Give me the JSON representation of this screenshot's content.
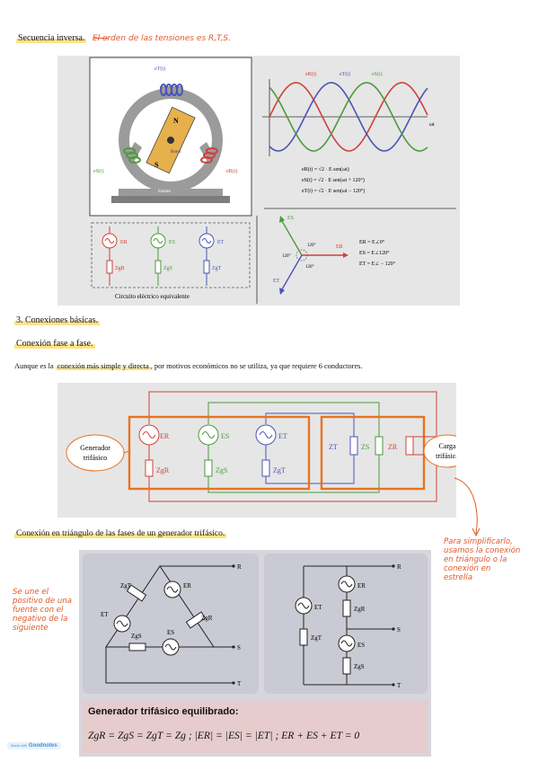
{
  "headings": {
    "secuencia": "Secuencia inversa.",
    "secuencia_note": "El orden de las tensiones es R,T,S.",
    "conexiones": "3. Conexiones básicas.",
    "fase_a_fase": "Conexión fase a fase.",
    "triangulo": "Conexión en triángulo de las fases de un generador trifásico."
  },
  "paragraph": {
    "pre": "Aunque es la ",
    "highlight": "conexión más simple y directa",
    "post": ", por motivos económicos no se utiliza, ya que requiere 6 conductores."
  },
  "notes": {
    "right": [
      "Para simplificarlo,",
      "usamos la conexión",
      "en triángulo o la",
      "conexión en",
      "estrella"
    ],
    "left": [
      "Se une el",
      "positivo de una",
      "fuente con el",
      "negativo de la",
      "siguiente"
    ]
  },
  "fig1": {
    "motor": {
      "eT": "eT(t)",
      "eS": "eS(t)",
      "eR": "eR(t)",
      "N": "N",
      "S": "S",
      "rotor": "Rotor",
      "estator": "Estator"
    },
    "waves": {
      "legend": [
        "eR(t)",
        "eT(t)",
        "eS(t)"
      ],
      "axis": "ωt",
      "colors": [
        "#d0413a",
        "#4a54b8",
        "#4c9a3d"
      ]
    },
    "equations": [
      "eR(t) = √2 · E sen(ωt)",
      "eS(t) = √2 · E sen(ωt + 120°)",
      "eT(t) = √2 · E sen(ωt − 120°)"
    ],
    "circuit": {
      "sources": [
        "ER",
        "ES",
        "ET"
      ],
      "imps": [
        "ZgR",
        "ZgS",
        "ZgT"
      ],
      "caption": "Circuito eléctrico equivalente"
    },
    "phasor": {
      "labels": [
        "ES",
        "ER",
        "ET"
      ],
      "angles": [
        "120°",
        "120°",
        "120°"
      ],
      "eqs": [
        "ER = E∠0°",
        "ES = E∠120°",
        "ET = E∠ − 120°"
      ]
    }
  },
  "fig2": {
    "generador": [
      "Generador",
      "trifásico"
    ],
    "carga": [
      "Carga",
      "trifásica"
    ],
    "sources": [
      "ER",
      "ES",
      "ET"
    ],
    "gen_imps": [
      "ZgR",
      "ZgS",
      "ZgT"
    ],
    "load_imps": [
      "ZT",
      "ZS",
      "ZR"
    ]
  },
  "fig3": {
    "left": {
      "imps": [
        "ZgT",
        "ZgR",
        "ZgS"
      ],
      "sources": [
        "ER",
        "ET",
        "ES"
      ],
      "terminals": [
        "R",
        "S",
        "T"
      ]
    },
    "right": {
      "sources": [
        "ER",
        "ET",
        "ES"
      ],
      "imps": [
        "ZgR",
        "ZgT",
        "ZgS"
      ],
      "terminals": [
        "R",
        "S",
        "T"
      ]
    },
    "title": "Generador trifásico equilibrado:",
    "formula": "ZgR = ZgS = ZgT = Zg ;  |ER| = |ES| = |ET| ;  ER + ES + ET = 0"
  },
  "footer": {
    "made_with": "Made with",
    "brand": "Goodnotes"
  }
}
